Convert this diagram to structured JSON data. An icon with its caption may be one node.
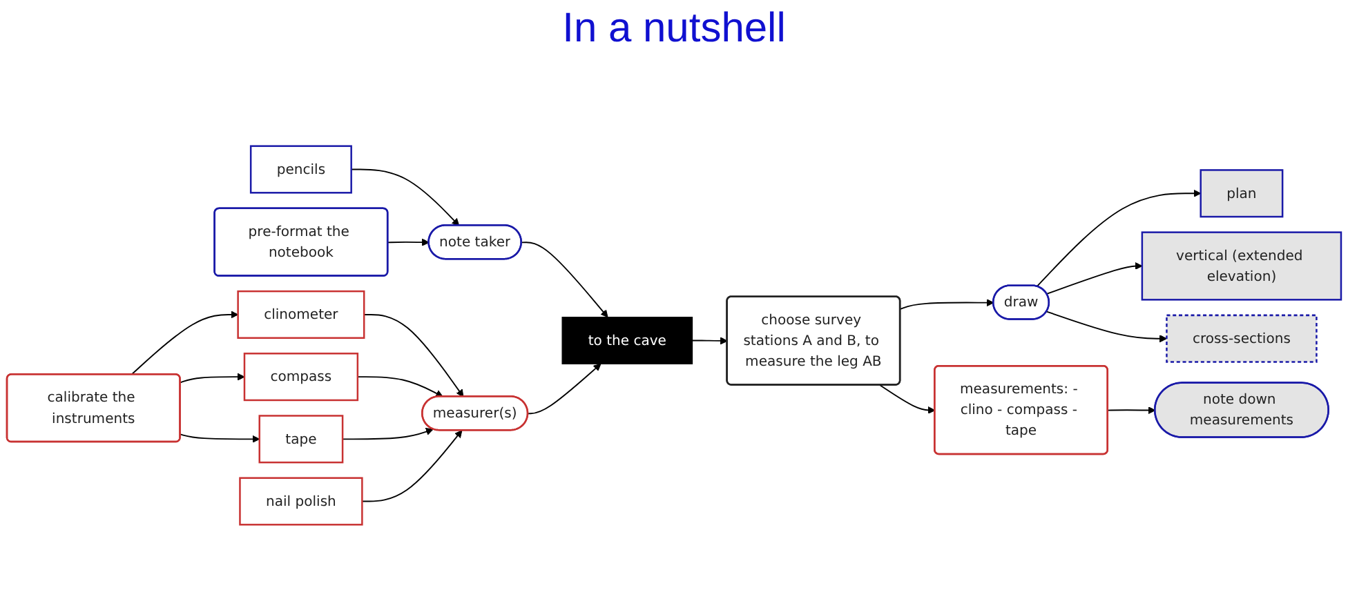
{
  "diagram": {
    "title": "In a nutshell",
    "nodes": [
      {
        "text": [
          "pencils"
        ]
      },
      {
        "text": [
          "pre-format the notebook"
        ]
      },
      {
        "text": [
          "note taker"
        ]
      },
      {
        "text": [
          "calibrate the instruments"
        ]
      },
      {
        "text": [
          "clinometer"
        ]
      },
      {
        "text": [
          "compass"
        ]
      },
      {
        "text": [
          "tape"
        ]
      },
      {
        "text": [
          "nail polish"
        ]
      },
      {
        "text": [
          "measurer(s)"
        ]
      },
      {
        "text": [
          "to the cave"
        ]
      },
      {
        "text": [
          "choose survey stations A and B, to measure the leg AB"
        ]
      },
      {
        "text": [
          "draw"
        ]
      },
      {
        "text": [
          "plan"
        ]
      },
      {
        "text": [
          "vertical (extended elevation)"
        ]
      },
      {
        "text": [
          "cross-sections"
        ]
      },
      {
        "text": [
          "measurements: - clino - compass - tape"
        ]
      },
      {
        "text": [
          "note down measurements"
        ]
      }
    ],
    "edges": [
      {
        "from": 0,
        "to": 2,
        "arrow": "to"
      },
      {
        "from": 1,
        "to": 2,
        "arrow": "to"
      },
      {
        "from": 2,
        "to": 9,
        "arrow": "to"
      },
      {
        "from": 3,
        "to": 4,
        "arrow": "to"
      },
      {
        "from": 3,
        "to": 5,
        "arrow": "to"
      },
      {
        "from": 3,
        "to": 6,
        "arrow": "to"
      },
      {
        "from": 4,
        "to": 8,
        "arrow": "to"
      },
      {
        "from": 5,
        "to": 8,
        "arrow": "to"
      },
      {
        "from": 6,
        "to": 8,
        "arrow": "to"
      },
      {
        "from": 7,
        "to": 8,
        "arrow": "to"
      },
      {
        "from": 8,
        "to": 9,
        "arrow": "to"
      },
      {
        "from": 9,
        "to": 10,
        "arrow": "to"
      },
      {
        "from": 10,
        "to": 11,
        "arrow": "to"
      },
      {
        "from": 11,
        "to": 12,
        "arrow": "to"
      },
      {
        "from": 11,
        "to": 13,
        "arrow": "to"
      },
      {
        "from": 11,
        "to": 14,
        "arrow": "to"
      },
      {
        "from": 10,
        "to": 15,
        "arrow": "to"
      },
      {
        "from": 15,
        "to": 16,
        "arrow": "to"
      }
    ]
  }
}
